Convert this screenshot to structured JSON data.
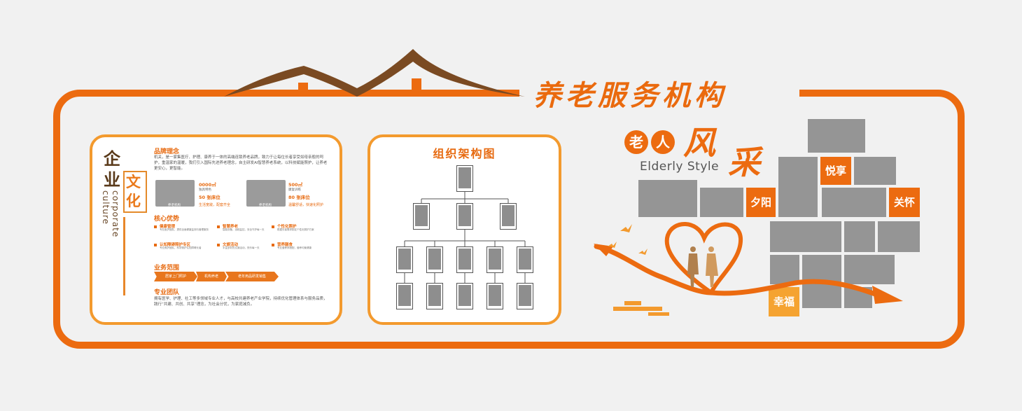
{
  "title": "养老服务机构",
  "culture": {
    "heading_a": "企业",
    "heading_b": "文化",
    "english": "corporate culture",
    "brand_title": "品牌理念",
    "brand_text": "机关，是一家集医疗、护理、康养于一体的高端连锁养老品牌，致力于让每位长者享受如母亲般的呵护，重温家的温暖，我们引入国际先进养老理念，自主研发AI智慧养老系统，以科技赋能照护，让养老更安心，更智能。",
    "stats_left": [
      {
        "num": "0000㎡",
        "label": "独具特色"
      },
      {
        "num": "50 张床位",
        "label": ""
      },
      {
        "num": "生活宽敞，配套齐全",
        "label": ""
      }
    ],
    "stats_right": [
      {
        "num": "500㎡",
        "label": "康复训练"
      },
      {
        "num": "80 张床位",
        "label": ""
      },
      {
        "num": "温馨舒适，快速化照护",
        "label": ""
      }
    ],
    "photo_caption_left": "养老机构",
    "photo_caption_right": "养老机构",
    "advantage_title": "核心优势",
    "advantages": [
      {
        "title": "健康管理",
        "desc": "专业医护团队，提供全面健康监测与管理服务"
      },
      {
        "title": "智慧养老",
        "desc": "智能设备，远程监控，安全守护每一天"
      },
      {
        "title": "个性化照护",
        "desc": "根据长者需求制定个性化照护方案"
      },
      {
        "title": "认知障碍照护专区",
        "desc": "专业照护团队，科学照护认知障碍长者"
      },
      {
        "title": "文娱活动",
        "desc": "丰富多彩的文娱活动，快乐每一天"
      },
      {
        "title": "营养膳食",
        "desc": "专业营养师搭配，营养均衡健康"
      }
    ],
    "scope_title": "业务范围",
    "scope": [
      "居家上门照护",
      "机构养老",
      "老年用品研发销售"
    ],
    "team_title": "专业团队",
    "team_text": "拥有医学、护理、社工等多领域专业人才，与高校共建养老产业学院，持续优化管理体系与服务品质，践行“共建、共创、共享”理念，为社会分忧，为家庭减负。"
  },
  "org": {
    "title": "组织架构图"
  },
  "elderly": {
    "lao": "老",
    "ren": "人",
    "feng": "风",
    "cai": "采",
    "english": "Elderly Style",
    "labels": [
      "悦享",
      "夕阳",
      "关怀",
      "幸福"
    ]
  },
  "colors": {
    "accent": "#ec6b10",
    "light": "#f39a2e",
    "brown": "#7a4a22",
    "gray": "#959595"
  }
}
